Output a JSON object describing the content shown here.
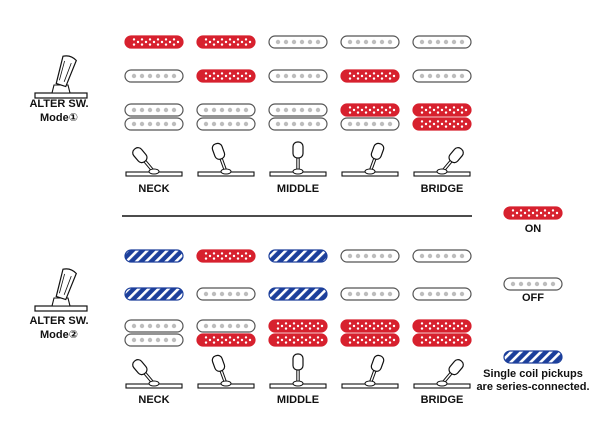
{
  "modes": [
    {
      "label_line1": "ALTER SW.",
      "label_line2": "Mode",
      "mode_symbol": "①",
      "positions": [
        "NECK",
        "MIDDLE",
        "BRIDGE"
      ],
      "grid": [
        {
          "neck": "on",
          "middle": "off",
          "bridge": "off,off"
        },
        {
          "neck": "on",
          "middle": "on",
          "bridge": "off,off"
        },
        {
          "neck": "off",
          "middle": "off",
          "bridge": "off,off"
        },
        {
          "neck": "off",
          "middle": "on",
          "bridge": "on,off"
        },
        {
          "neck": "off",
          "middle": "off",
          "bridge": "on,on"
        }
      ]
    },
    {
      "label_line1": "ALTER SW.",
      "label_line2": "Mode",
      "mode_symbol": "②",
      "positions": [
        "NECK",
        "MIDDLE",
        "BRIDGE"
      ],
      "grid": [
        {
          "neck": "series",
          "middle": "series",
          "bridge": "off,off"
        },
        {
          "neck": "on",
          "middle": "off",
          "bridge": "off,on"
        },
        {
          "neck": "series",
          "middle": "series",
          "bridge": "on,on"
        },
        {
          "neck": "off",
          "middle": "off",
          "bridge": "on,on"
        },
        {
          "neck": "off",
          "middle": "off",
          "bridge": "on,on"
        }
      ]
    }
  ],
  "legend": [
    {
      "state": "on",
      "label": "ON"
    },
    {
      "state": "off",
      "label": "OFF"
    },
    {
      "state": "series",
      "label_line1": "Single coil pickups",
      "label_line2": "are series-connected."
    }
  ],
  "colors": {
    "on": "#d7212e",
    "series": "#1c3f9b",
    "off_outline": "#555555",
    "dot": "#bdbdbd",
    "ink": "#111111"
  }
}
